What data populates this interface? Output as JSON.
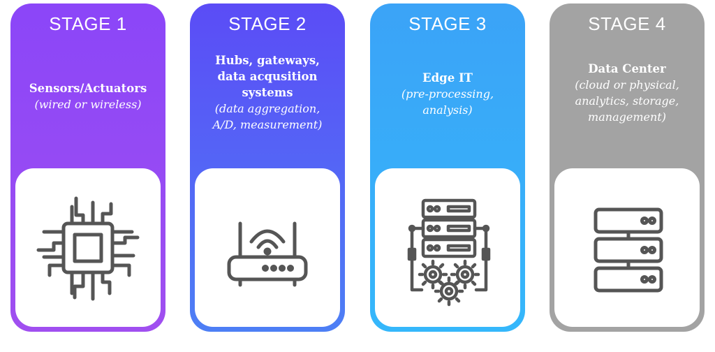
{
  "colors": {
    "stage1": "#9b4cf5",
    "stage2": "#5567f5",
    "stage3": "#38adf9",
    "stage4": "#a3a3a3",
    "icon": "#555555"
  },
  "stages": [
    {
      "title": "STAGE 1",
      "heading": [
        "Sensors/Actuators"
      ],
      "detail": [
        "(wired or wireless)"
      ],
      "icon": "microchip-icon"
    },
    {
      "title": "STAGE 2",
      "heading": [
        "Hubs, gateways,",
        "data acqusition",
        "systems"
      ],
      "detail": [
        "(data aggregation,",
        "A/D, measurement)"
      ],
      "icon": "router-icon"
    },
    {
      "title": "STAGE 3",
      "heading": [
        "Edge IT"
      ],
      "detail": [
        "(pre-processing,",
        "analysis)"
      ],
      "icon": "server-gears-icon"
    },
    {
      "title": "STAGE 4",
      "heading": [
        "Data Center"
      ],
      "detail": [
        "(cloud or physical,",
        "analytics, storage,",
        "management)"
      ],
      "icon": "server-stack-icon"
    }
  ]
}
